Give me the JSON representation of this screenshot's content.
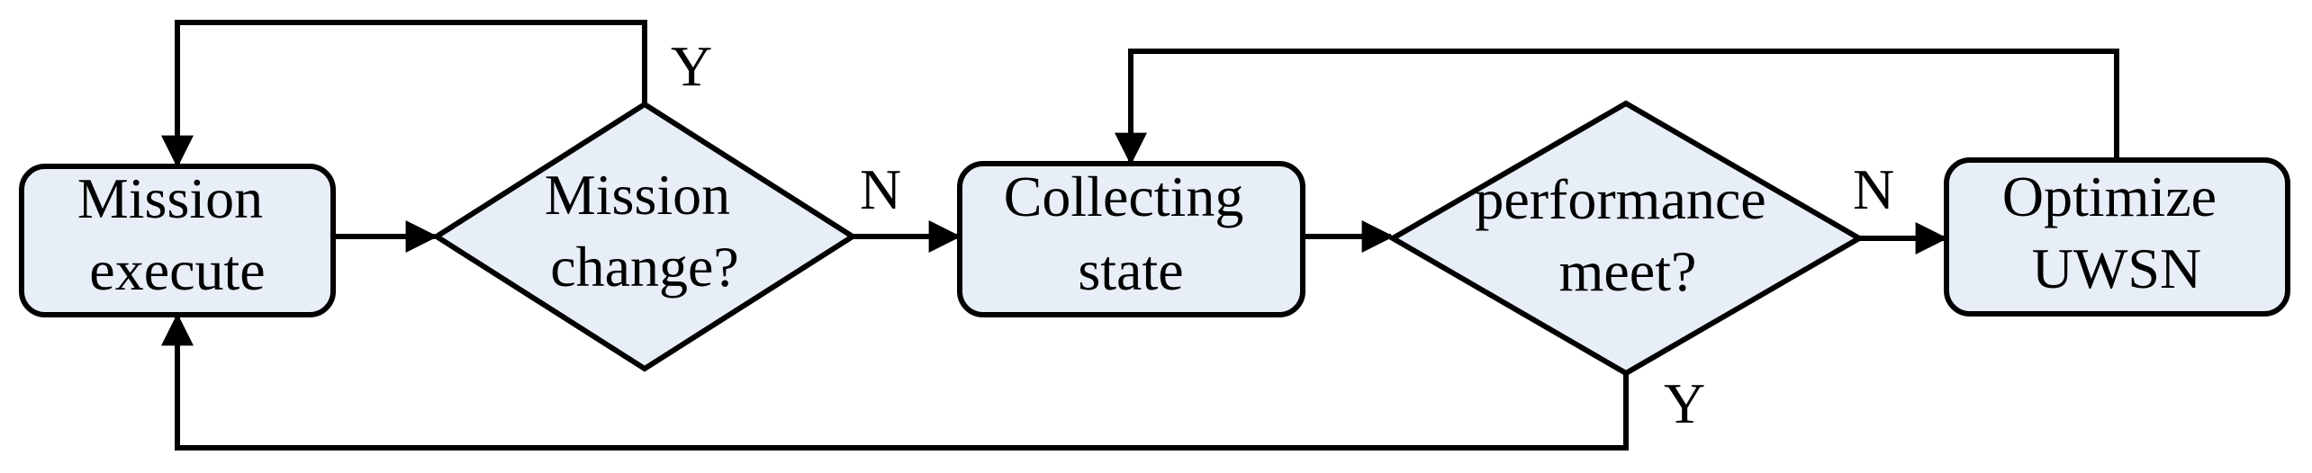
{
  "colors": {
    "node_fill": "#e8eef7",
    "stroke": "#000000",
    "background": "#ffffff"
  },
  "nodes": {
    "mission_execute": {
      "lines": [
        "Mission",
        "execute"
      ]
    },
    "mission_change": {
      "lines": [
        "Mission",
        "change?"
      ]
    },
    "collecting_state": {
      "lines": [
        "Collecting",
        "state"
      ]
    },
    "performance_meet": {
      "lines": [
        "performance",
        "meet?"
      ]
    },
    "optimize_uwsn": {
      "lines": [
        "Optimize",
        "UWSN"
      ]
    }
  },
  "branch_labels": {
    "change_yes": "Y",
    "change_no": "N",
    "performance_no": "N",
    "performance_yes": "Y"
  }
}
